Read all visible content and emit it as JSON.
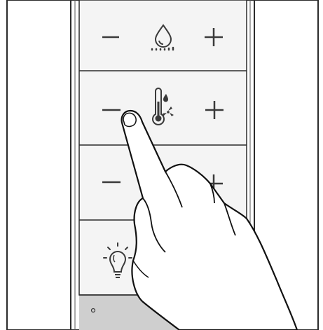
{
  "panel": {
    "rows": [
      {
        "id": "humidity",
        "icon": "humidity-drop-icon",
        "minus": "−",
        "plus": "+"
      },
      {
        "id": "temperature",
        "icon": "thermometer-fan-icon",
        "minus": "−",
        "plus": "+"
      },
      {
        "id": "third",
        "icon": "",
        "minus": "−",
        "plus": "+"
      },
      {
        "id": "light",
        "icon": "light-bulb-icon",
        "minus": "",
        "plus": ""
      }
    ],
    "footer_dot": "○"
  },
  "colors": {
    "stroke": "#3a3a3a",
    "panel_bg": "#f4f4f4",
    "footer_bg": "#cfcfcf",
    "frame": "#2b2b2b"
  }
}
